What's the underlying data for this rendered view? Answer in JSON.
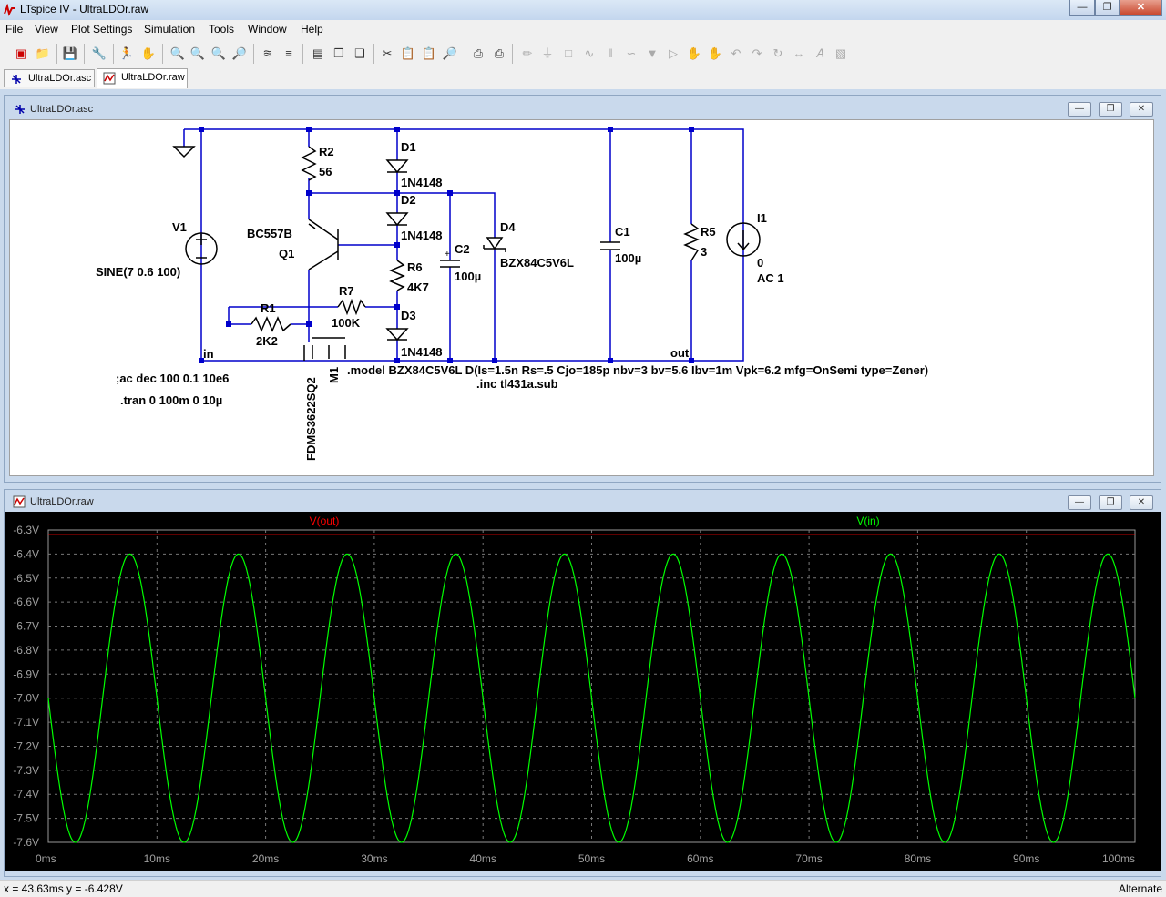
{
  "window": {
    "title": "LTspice IV - UltraLDOr.raw"
  },
  "menu": [
    "File",
    "View",
    "Plot Settings",
    "Simulation",
    "Tools",
    "Window",
    "Help"
  ],
  "tabs": [
    {
      "label": "UltraLDOr.asc"
    },
    {
      "label": "UltraLDOr.raw"
    }
  ],
  "schematic_window": {
    "title": "UltraLDOr.asc",
    "labels": {
      "r2": "R2",
      "r2_val": "56",
      "d1": "D1",
      "d1_val": "1N4148",
      "d2": "D2",
      "d2_val": "1N4148",
      "d3": "D3",
      "d3_val": "1N4148",
      "d4": "D4",
      "d4_val": "BZX84C5V6L",
      "v1": "V1",
      "v1_val": "SINE(7 0.6 100)",
      "q1_model": "BC557B",
      "q1": "Q1",
      "c2": "C2",
      "c2_val": "100µ",
      "r6": "R6",
      "r6_val": "4K7",
      "r7": "R7",
      "r7_val": "100K",
      "r1": "R1",
      "r1_val": "2K2",
      "c1": "C1",
      "c1_val": "100µ",
      "r5": "R5",
      "r5_val": "3",
      "i1": "I1",
      "i1_val0": "0",
      "i1_val1": "AC 1",
      "in": "in",
      "out": "out",
      "m1": "M1",
      "m1_model": "FDMS3622SQ2",
      "ac_directive": ";ac dec 100 0.1 10e6",
      "tran_directive": ".tran 0 100m 0 10µ",
      "model_directive": ".model BZX84C5V6L D(Is=1.5n Rs=.5 Cjo=185p nbv=3 bv=5.6 Ibv=1m Vpk=6.2 mfg=OnSemi type=Zener)",
      "inc_directive": ".inc tl431a.sub"
    }
  },
  "waveform_window": {
    "title": "UltraLDOr.raw"
  },
  "chart_data": {
    "type": "line",
    "x_unit": "ms",
    "xlim": [
      0,
      100
    ],
    "ylim": [
      -7.6,
      -6.3
    ],
    "x_ticks": [
      "0ms",
      "10ms",
      "20ms",
      "30ms",
      "40ms",
      "50ms",
      "60ms",
      "70ms",
      "80ms",
      "90ms",
      "100ms"
    ],
    "y_ticks": [
      "-6.3V",
      "-6.4V",
      "-6.5V",
      "-6.6V",
      "-6.7V",
      "-6.8V",
      "-6.9V",
      "-7.0V",
      "-7.1V",
      "-7.2V",
      "-7.3V",
      "-7.4V",
      "-7.5V",
      "-7.6V"
    ],
    "grid": true,
    "series": [
      {
        "name": "V(out)",
        "color": "#ff0000",
        "kind": "constant",
        "value": -6.32
      },
      {
        "name": "V(in)",
        "color": "#00ff00",
        "kind": "sine",
        "offset": -7.0,
        "amplitude": 0.6,
        "frequency_hz": 100,
        "phase_deg": 180
      }
    ]
  },
  "status": {
    "cursor": "x = 43.63ms    y = -6.428V",
    "mode": "Alternate"
  },
  "colors": {
    "wire": "#0000cc",
    "component": "#000000",
    "background": "#c9d9ec"
  }
}
